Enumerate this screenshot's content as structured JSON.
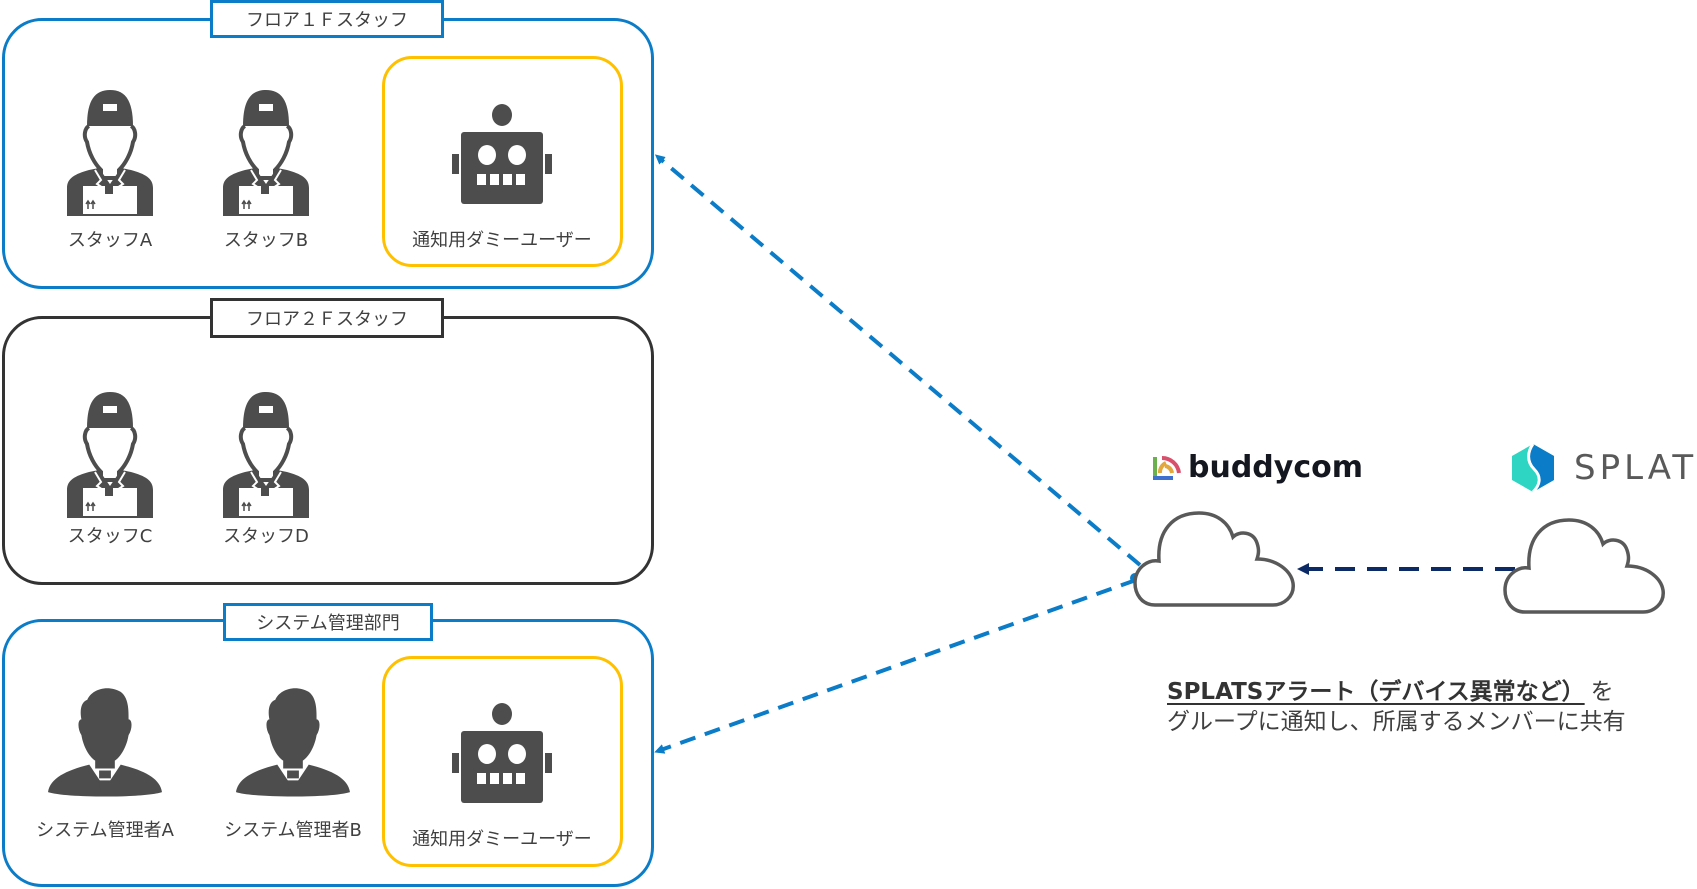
{
  "groups": [
    {
      "id": "floor1",
      "label": "フロア１Ｆスタッフ",
      "border_color": "#0b7cc8",
      "members": [
        {
          "name": "スタッフA",
          "icon": "staff-icon"
        },
        {
          "name": "スタッフB",
          "icon": "staff-icon"
        },
        {
          "name": "通知用ダミーユーザー",
          "icon": "robot-icon",
          "highlighted": true
        }
      ]
    },
    {
      "id": "floor2",
      "label": "フロア２Ｆスタッフ",
      "border_color": "#333333",
      "members": [
        {
          "name": "スタッフC",
          "icon": "staff-icon"
        },
        {
          "name": "スタッフD",
          "icon": "staff-icon"
        }
      ]
    },
    {
      "id": "system",
      "label": "システム管理部門",
      "border_color": "#0b7cc8",
      "members": [
        {
          "name": "システム管理者A",
          "icon": "admin-icon"
        },
        {
          "name": "システム管理者B",
          "icon": "admin-icon"
        },
        {
          "name": "通知用ダミーユーザー",
          "icon": "robot-icon",
          "highlighted": true
        }
      ]
    }
  ],
  "services": {
    "buddycom": {
      "logo_text": "buddycom",
      "icon": "cloud-icon"
    },
    "splats": {
      "logo_text": "SPLATS",
      "icon": "cloud-icon"
    }
  },
  "connectors": [
    {
      "from": "buddycom",
      "to": "floor1-dummy",
      "style": "dashed",
      "color": "#0b7cc8"
    },
    {
      "from": "buddycom",
      "to": "system-dummy",
      "style": "dashed",
      "color": "#0b7cc8"
    },
    {
      "from": "splats",
      "to": "buddycom",
      "style": "dashed",
      "color": "#0b2a66"
    }
  ],
  "caption": {
    "highlight": "SPLATSアラート（デバイス異常など）",
    "line1_rest": "を",
    "line2": "グループに通知し、所属するメンバーに共有"
  },
  "colors": {
    "group_blue": "#0b7cc8",
    "group_dark": "#333333",
    "dummy_frame": "#ffc000",
    "icon_fill": "#4d4d4d",
    "arrow_navy": "#0b2a66"
  }
}
